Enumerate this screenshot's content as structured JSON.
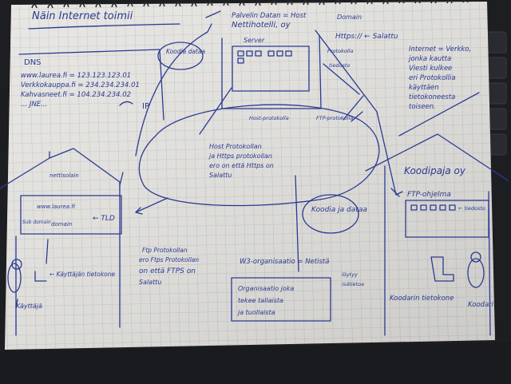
{
  "title": "Näin Internet toimii",
  "dns": {
    "heading": "DNS",
    "lines": [
      "www.laurea.fi = 123.123.123.01",
      "Verkkokauppa.fi = 234.234.234.01",
      "Kahvasneet.fi = 104.234.234.02",
      "... JNE..."
    ],
    "ip_label": "IP"
  },
  "top": {
    "palvelin_line1": "Palvelin Datan = Host",
    "palvelin_line2": "Nettihotelli, oy",
    "https_label": "Https:// ← Salattu",
    "domain_note": "Domain",
    "server_label": "Server",
    "koodia_bubble": "Koodia dataa",
    "protokolla_note": "Protokolla",
    "tiedosto_note": "tiedosto"
  },
  "internet_note": [
    "Internet = Verkko,",
    "jonka kautta",
    "Viesti kulkee",
    "eri Protokollia",
    "käyttäen",
    "tietokoneesta",
    "toiseen."
  ],
  "oval": {
    "host_proto": "Host-protokolla",
    "ftp_proto": "FTP-protokolla",
    "text": [
      "Host Protokollan",
      "ja Https protokollan",
      "ero on että Https on",
      "Salattu"
    ]
  },
  "left_house": {
    "roof_label": "nettisolain",
    "url": "www.laurea.fi",
    "sub_domain": "Sub domain",
    "domain": "domain",
    "tld": "← TLD",
    "user_pc": "← Käyttäjän tietokone",
    "user": "Käyttäjä"
  },
  "bottom": {
    "ftp_text": [
      "Ftp Protokollan",
      "ero Ftps Protokollan",
      "on että FTPS on",
      "Salattu"
    ],
    "w3": "W3-organisaatio = Netistä",
    "w3_extra": [
      "löytyy",
      "isätietoa"
    ],
    "org_box": [
      "Organisaatio joka",
      "tekee tallaista",
      "ja tuollaista"
    ]
  },
  "right_house": {
    "company": "Koodipaja oy",
    "ftp_label": "FTP-ohjelma",
    "tiedosto": "← tiedosto",
    "bubble": "Koodia ja dataa",
    "coder_pc": "Koodarin tietokone",
    "coder": "Koodari"
  },
  "colors": {
    "ink": "#2b3a93",
    "paper": "#e6e5e1",
    "grid": "#aab0b8",
    "desk": "#1d1e22"
  }
}
